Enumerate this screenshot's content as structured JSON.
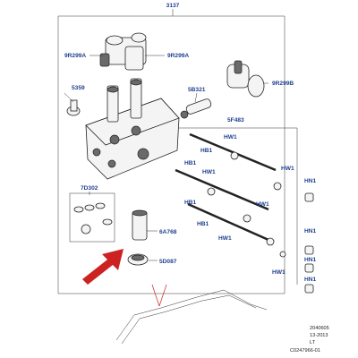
{
  "labels": {
    "top": "3137",
    "l9R299A_left": "9R299A",
    "l9R299A_right": "9R299A",
    "l5359": "5359",
    "l5B321": "5B321",
    "l9R299B": "9R299B",
    "l5F483": "5F483",
    "l7D302": "7D302",
    "l6A768": "6A768",
    "l5D087": "5D087",
    "hw1": [
      "HW1",
      "HW1",
      "HW1",
      "HW1",
      "HW1",
      "HW1"
    ],
    "hb1": [
      "HB1",
      "HB1",
      "HB1",
      "HB1"
    ],
    "hn1": [
      "HN1",
      "HN1",
      "HN1",
      "HN1"
    ]
  },
  "footer": {
    "code": "2040605",
    "date": "13-2013",
    "region": "LT",
    "ref": "C0247966-01"
  },
  "colors": {
    "label": "#1f3f8f",
    "arrow": "#cc2222",
    "line": "#222222"
  }
}
